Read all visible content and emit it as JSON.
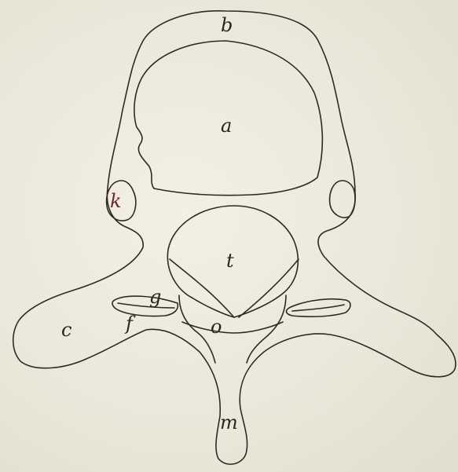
{
  "figure": {
    "labels": {
      "a": "a",
      "b": "b",
      "c": "c",
      "f": "f",
      "g": "g",
      "k": "k",
      "m": "m",
      "o": "o",
      "t": "t"
    }
  },
  "colors": {
    "paper": "#ece9dd",
    "ink": "#2e2a22",
    "label_k": "#6a2a22"
  }
}
